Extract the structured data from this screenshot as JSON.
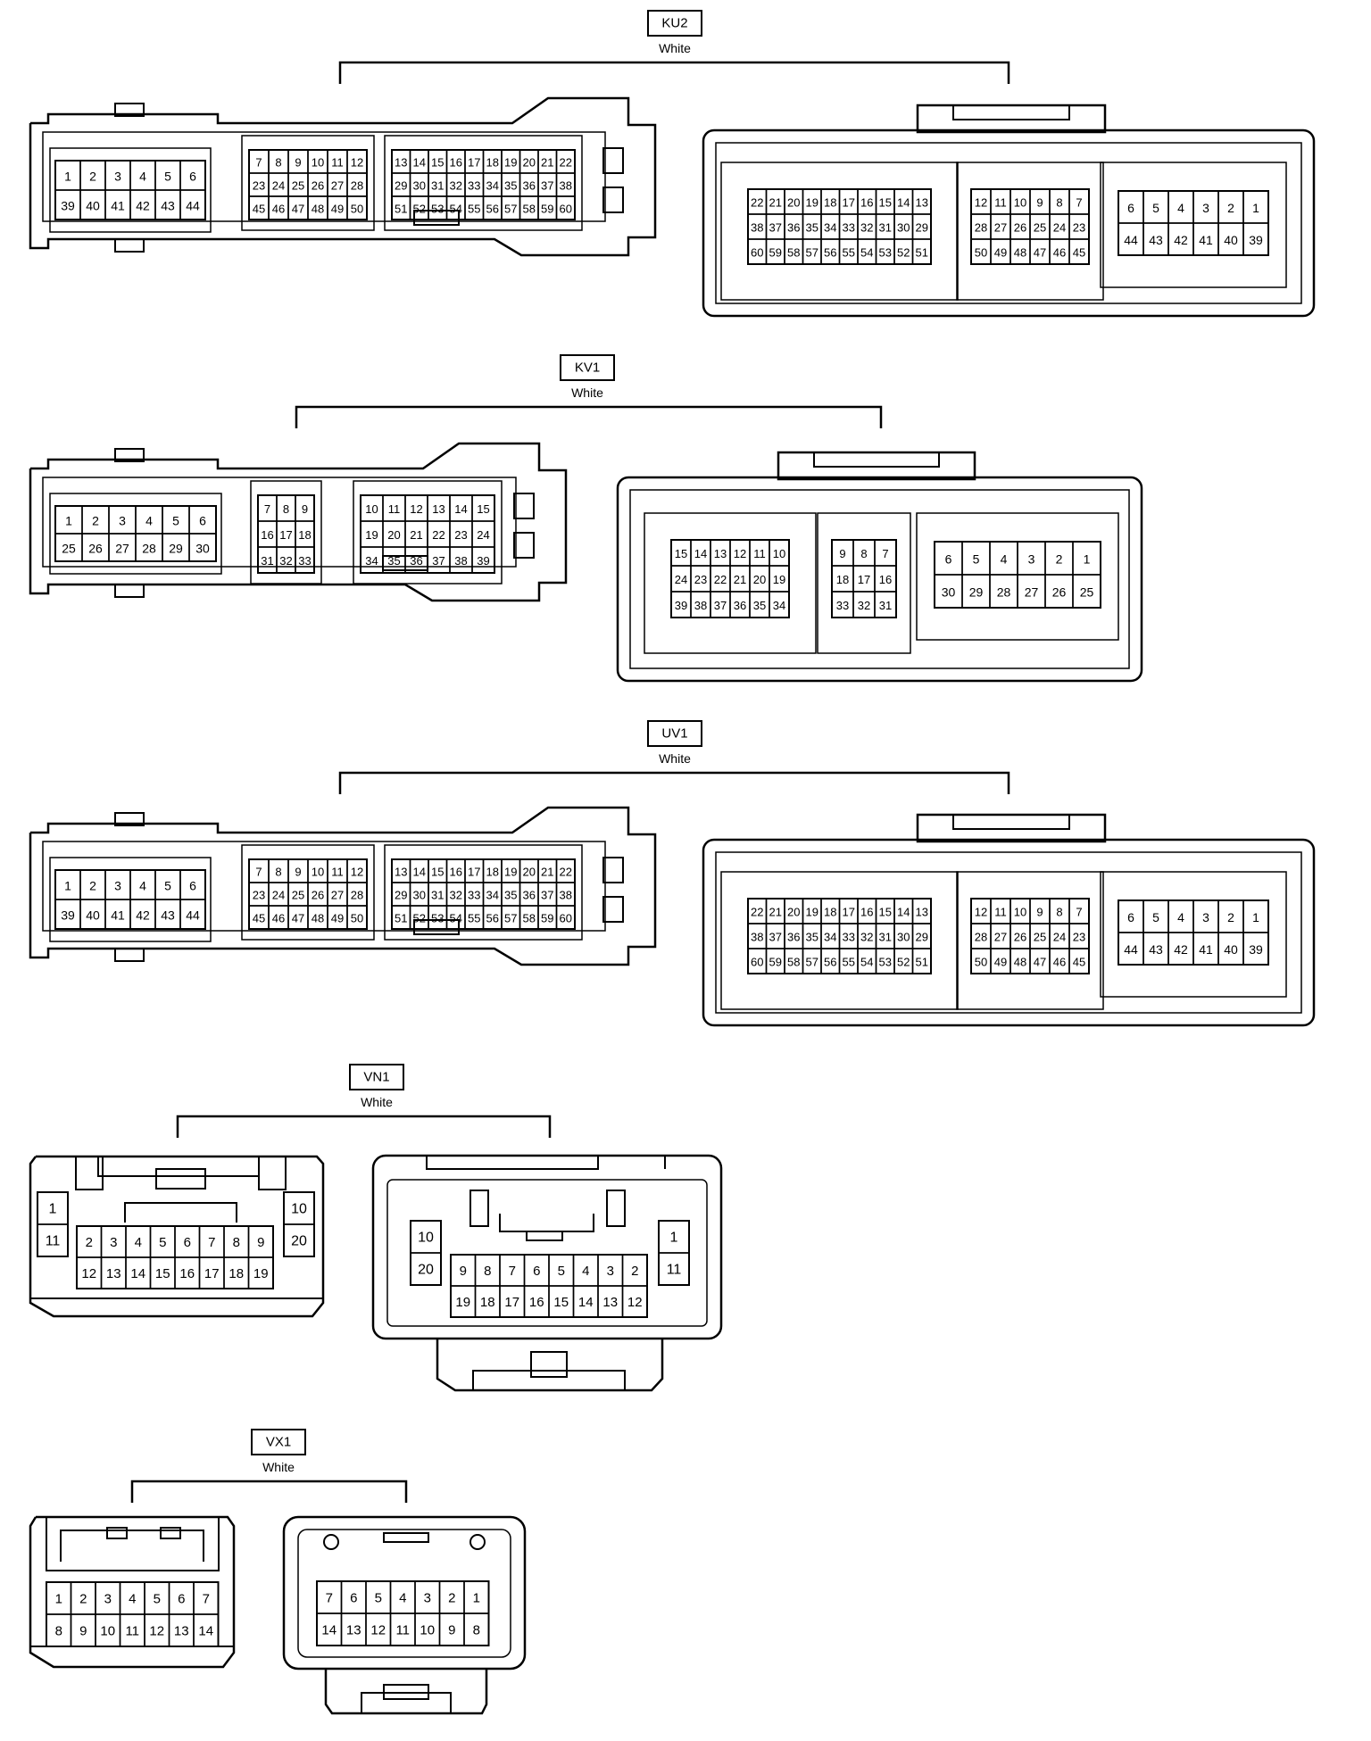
{
  "connectors": [
    {
      "name": "KU2",
      "color": "White",
      "left": {
        "blocks": [
          [
            "1 2 3 4 5 6",
            "39 40 41 42 43 44"
          ],
          [
            "7 8 9 10 11 12",
            "23 24 25 26 27 28",
            "45 46 47 48 49 50"
          ],
          [
            "13 14 15 16 17 18 19 20 21 22",
            "29 30 31 32 33 34 35 36 37 38",
            "51 52 53 54 55 56 57 58 59 60"
          ]
        ]
      },
      "right": {
        "blocks": [
          [
            "22 21 20 19 18 17 16 15 14 13",
            "38 37 36 35 34 33 32 31 30 29",
            "60 59 58 57 56 55 54 53 52 51"
          ],
          [
            "12 11 10 9 8 7",
            "28 27 26 25 24 23",
            "50 49 48 47 46 45"
          ],
          [
            "6 5 4 3 2 1",
            "44 43 42 41 40 39"
          ]
        ]
      }
    },
    {
      "name": "KV1",
      "color": "White",
      "left": {
        "blocks": [
          [
            "1 2 3 4 5 6",
            "25 26 27 28 29 30"
          ],
          [
            "7 8 9",
            "16 17 18",
            "31 32 33"
          ],
          [
            "10 11 12 13 14 15",
            "19 20 21 22 23 24",
            "34 35 36 37 38 39"
          ]
        ]
      },
      "right": {
        "blocks": [
          [
            "15 14 13 12 11 10",
            "24 23 22 21 20 19",
            "39 38 37 36 35 34"
          ],
          [
            "9 8 7",
            "18 17 16",
            "33 32 31"
          ],
          [
            "6 5 4 3 2 1",
            "30 29 28 27 26 25"
          ]
        ]
      }
    },
    {
      "name": "UV1",
      "color": "White",
      "left": {
        "blocks": [
          [
            "1 2 3 4 5 6",
            "39 40 41 42 43 44"
          ],
          [
            "7 8 9 10 11 12",
            "23 24 25 26 27 28",
            "45 46 47 48 49 50"
          ],
          [
            "13 14 15 16 17 18 19 20 21 22",
            "29 30 31 32 33 34 35 36 37 38",
            "51 52 53 54 55 56 57 58 59 60"
          ]
        ]
      },
      "right": {
        "blocks": [
          [
            "22 21 20 19 18 17 16 15 14 13",
            "38 37 36 35 34 33 32 31 30 29",
            "60 59 58 57 56 55 54 53 52 51"
          ],
          [
            "12 11 10 9 8 7",
            "28 27 26 25 24 23",
            "50 49 48 47 46 45"
          ],
          [
            "6 5 4 3 2 1",
            "44 43 42 41 40 39"
          ]
        ]
      }
    },
    {
      "name": "VN1",
      "color": "White",
      "left": {
        "blocks": [
          [
            "1",
            "11"
          ],
          [
            "2 3 4 5 6 7 8 9",
            "12 13 14 15 16 17 18 19"
          ],
          [
            "10",
            "20"
          ]
        ]
      },
      "right": {
        "blocks": [
          [
            "10",
            "20"
          ],
          [
            "9 8 7 6 5 4 3 2",
            "19 18 17 16 15 14 13 12"
          ],
          [
            "1",
            "11"
          ]
        ]
      }
    },
    {
      "name": "VX1",
      "color": "White",
      "left": {
        "blocks": [
          [
            "1 2 3 4 5 6 7",
            "8 9 10 11 12 13 14"
          ]
        ]
      },
      "right": {
        "blocks": [
          [
            "7 6 5 4 3 2 1",
            "14 13 12 11 10 9 8"
          ]
        ]
      }
    }
  ]
}
